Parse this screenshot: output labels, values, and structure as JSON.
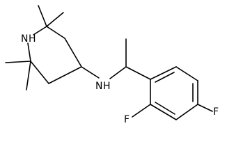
{
  "molecule": {
    "atoms": {
      "ring_nh": "N",
      "ring_nh_h": "H",
      "amine_n": "N",
      "amine_h": "H",
      "fluoro_ortho": "F",
      "fluoro_para": "F"
    }
  },
  "colors": {
    "bond": "#000000",
    "label": "#000000",
    "background": "#ffffff"
  }
}
